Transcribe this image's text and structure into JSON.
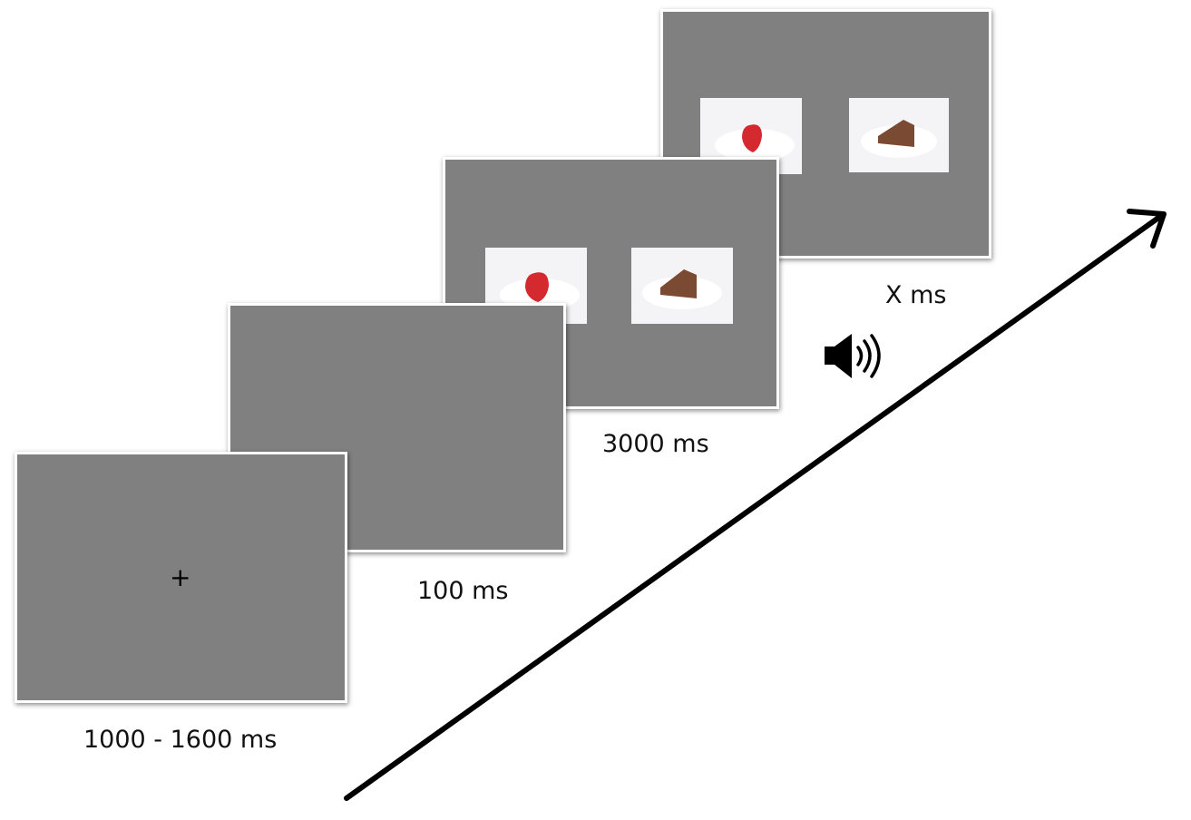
{
  "frames": [
    {
      "id": "fixation",
      "duration": "1000 - 1600 ms",
      "symbol": "+"
    },
    {
      "id": "blank",
      "duration": "100 ms"
    },
    {
      "id": "choice",
      "duration": "3000 ms",
      "items": [
        "strawberry",
        "chocolate-cake"
      ]
    },
    {
      "id": "sound",
      "duration": "X ms",
      "items": [
        "strawberry",
        "chocolate-cake"
      ],
      "icon": "speaker-icon"
    }
  ],
  "colors": {
    "screen": "#808080",
    "border": "#ffffff",
    "arrow": "#000000",
    "strawberry": "#d42a2f",
    "cake": "#7a4a33"
  }
}
